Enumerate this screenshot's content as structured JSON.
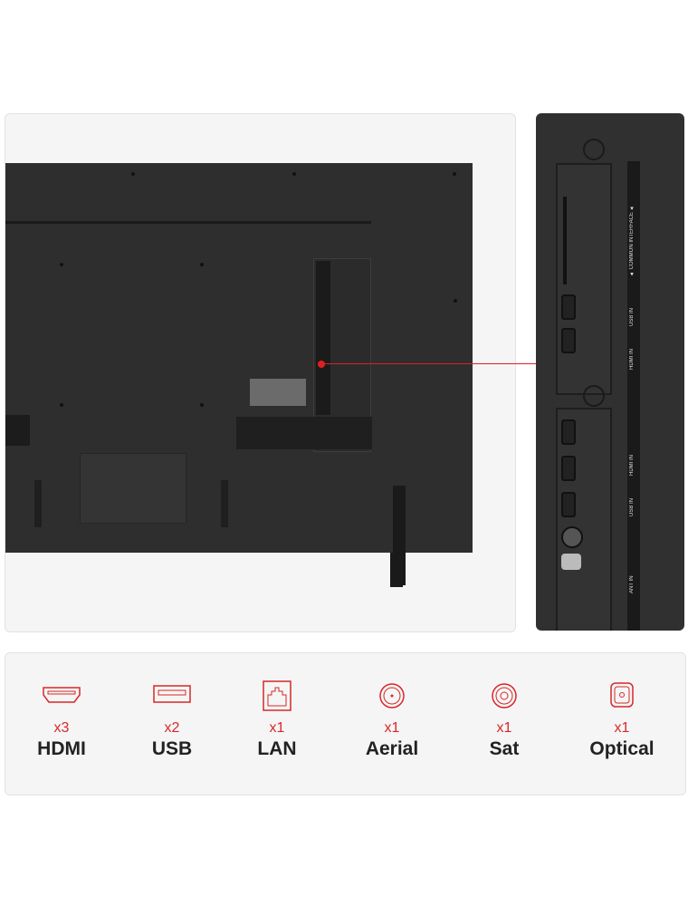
{
  "panel_labels": {
    "common_interface": "▲ COMMON INTERFACE ▲",
    "usb_in_1": "USB IN",
    "hdmi_in_1": "HDMI IN",
    "hdmi_in_2": "HDMI IN",
    "usb_in_2": "USB IN",
    "antenna": "ANT IN"
  },
  "accent_color": "#d62828",
  "ports": [
    {
      "icon": "hdmi-icon",
      "count": "x3",
      "name": "HDMI"
    },
    {
      "icon": "usb-icon",
      "count": "x2",
      "name": "USB"
    },
    {
      "icon": "lan-icon",
      "count": "x1",
      "name": "LAN"
    },
    {
      "icon": "aerial-icon",
      "count": "x1",
      "name": "Aerial"
    },
    {
      "icon": "sat-icon",
      "count": "x1",
      "name": "Sat"
    },
    {
      "icon": "optical-icon",
      "count": "x1",
      "name": "Optical"
    }
  ]
}
